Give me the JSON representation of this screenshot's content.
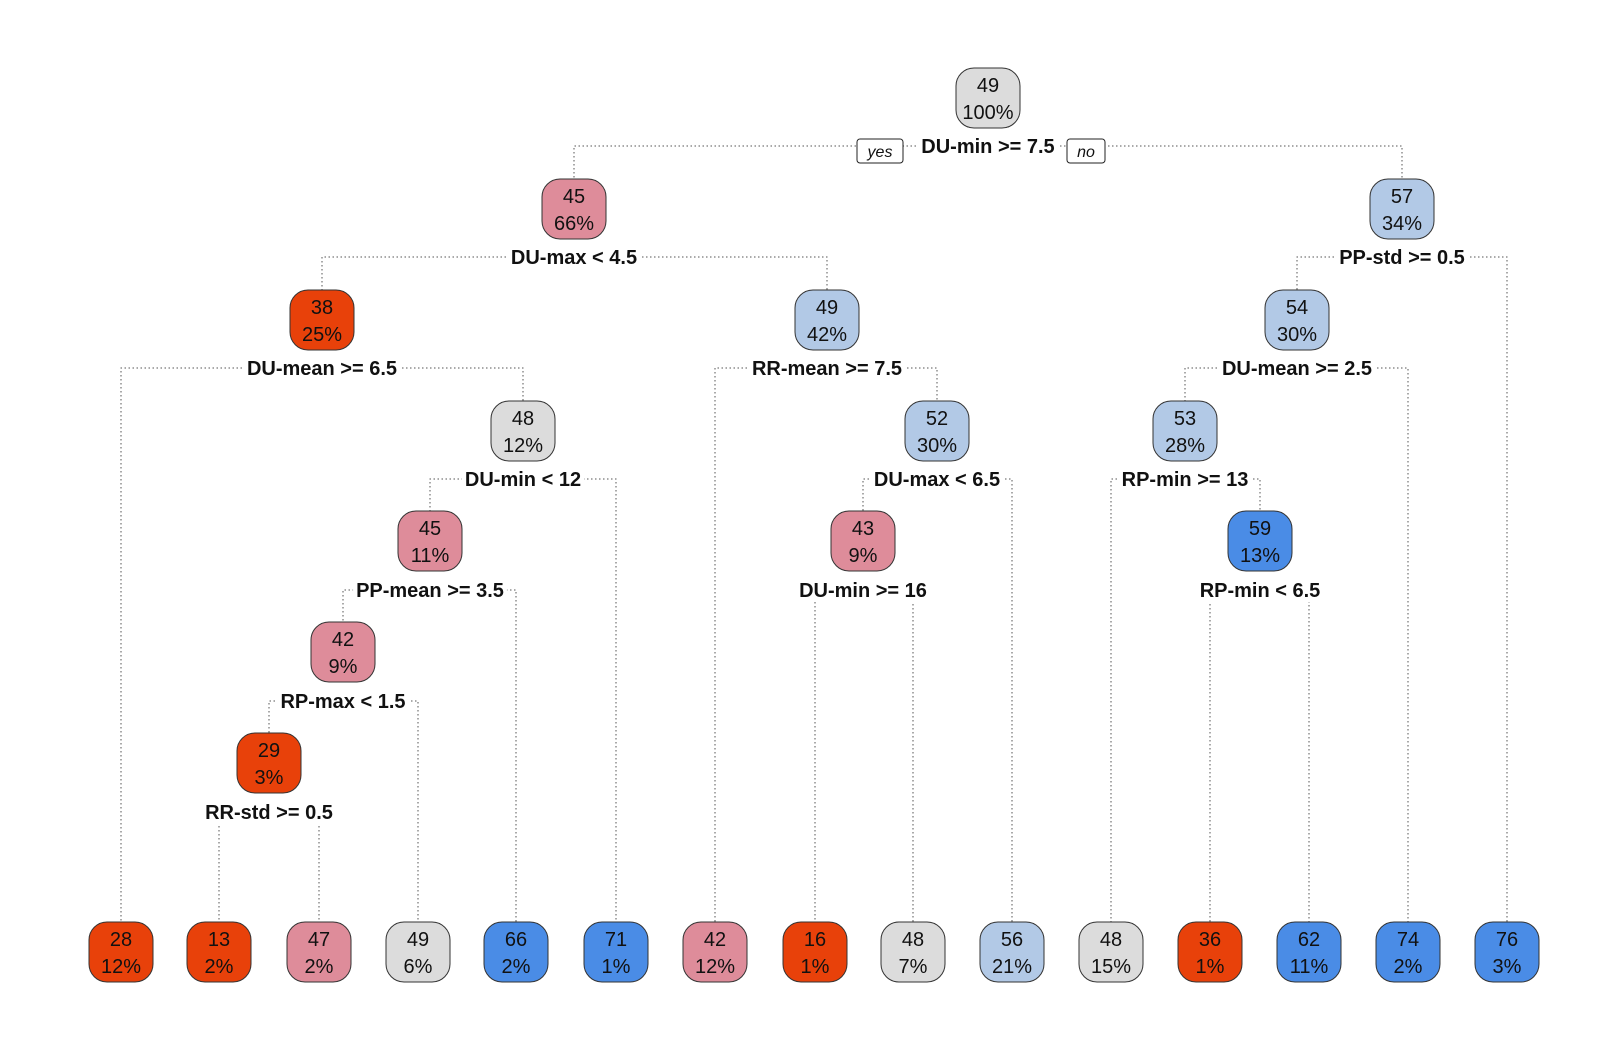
{
  "branch_labels": {
    "yes": "yes",
    "no": "no"
  },
  "colors": {
    "red": "#E8410A",
    "pink": "#DE8C9A",
    "gray": "#DCDCDC",
    "lightblue": "#B2C9E6",
    "blue": "#4A8CE6"
  },
  "nodes": [
    {
      "id": "n0",
      "value": "49",
      "pct": "100%",
      "color": "gray",
      "split": "DU-min >= 7.5"
    },
    {
      "id": "n1",
      "value": "45",
      "pct": "66%",
      "color": "pink",
      "split": "DU-max < 4.5"
    },
    {
      "id": "n2",
      "value": "57",
      "pct": "34%",
      "color": "lightblue",
      "split": "PP-std >= 0.5"
    },
    {
      "id": "n3",
      "value": "38",
      "pct": "25%",
      "color": "red",
      "split": "DU-mean >= 6.5"
    },
    {
      "id": "n4",
      "value": "49",
      "pct": "42%",
      "color": "lightblue",
      "split": "RR-mean >= 7.5"
    },
    {
      "id": "n5",
      "value": "54",
      "pct": "30%",
      "color": "lightblue",
      "split": "DU-mean >= 2.5"
    },
    {
      "id": "n6",
      "value": "48",
      "pct": "12%",
      "color": "gray",
      "split": "DU-min < 12"
    },
    {
      "id": "n7",
      "value": "52",
      "pct": "30%",
      "color": "lightblue",
      "split": "DU-max < 6.5"
    },
    {
      "id": "n8",
      "value": "53",
      "pct": "28%",
      "color": "lightblue",
      "split": "RP-min >= 13"
    },
    {
      "id": "n9",
      "value": "45",
      "pct": "11%",
      "color": "pink",
      "split": "PP-mean >= 3.5"
    },
    {
      "id": "n10",
      "value": "43",
      "pct": "9%",
      "color": "pink",
      "split": "DU-min >= 16"
    },
    {
      "id": "n11",
      "value": "59",
      "pct": "13%",
      "color": "blue",
      "split": "RP-min < 6.5"
    },
    {
      "id": "n12",
      "value": "42",
      "pct": "9%",
      "color": "pink",
      "split": "RP-max < 1.5"
    },
    {
      "id": "n13",
      "value": "29",
      "pct": "3%",
      "color": "red",
      "split": "RR-std >= 0.5"
    },
    {
      "id": "L1",
      "value": "28",
      "pct": "12%",
      "color": "red",
      "split": ""
    },
    {
      "id": "L2",
      "value": "13",
      "pct": "2%",
      "color": "red",
      "split": ""
    },
    {
      "id": "L3",
      "value": "47",
      "pct": "2%",
      "color": "pink",
      "split": ""
    },
    {
      "id": "L4",
      "value": "49",
      "pct": "6%",
      "color": "gray",
      "split": ""
    },
    {
      "id": "L5",
      "value": "66",
      "pct": "2%",
      "color": "blue",
      "split": ""
    },
    {
      "id": "L6",
      "value": "71",
      "pct": "1%",
      "color": "blue",
      "split": ""
    },
    {
      "id": "L7",
      "value": "42",
      "pct": "12%",
      "color": "pink",
      "split": ""
    },
    {
      "id": "L8",
      "value": "16",
      "pct": "1%",
      "color": "red",
      "split": ""
    },
    {
      "id": "L9",
      "value": "48",
      "pct": "7%",
      "color": "gray",
      "split": ""
    },
    {
      "id": "L10",
      "value": "56",
      "pct": "21%",
      "color": "lightblue",
      "split": ""
    },
    {
      "id": "L11",
      "value": "48",
      "pct": "15%",
      "color": "gray",
      "split": ""
    },
    {
      "id": "L12",
      "value": "36",
      "pct": "1%",
      "color": "red",
      "split": ""
    },
    {
      "id": "L13",
      "value": "62",
      "pct": "11%",
      "color": "blue",
      "split": ""
    },
    {
      "id": "L14",
      "value": "74",
      "pct": "2%",
      "color": "blue",
      "split": ""
    },
    {
      "id": "L15",
      "value": "76",
      "pct": "3%",
      "color": "blue",
      "split": ""
    }
  ],
  "edges": [
    [
      "n0",
      "n1"
    ],
    [
      "n0",
      "n2"
    ],
    [
      "n1",
      "n3"
    ],
    [
      "n1",
      "n4"
    ],
    [
      "n2",
      "n5"
    ],
    [
      "n2",
      "L15"
    ],
    [
      "n3",
      "L1"
    ],
    [
      "n3",
      "n6"
    ],
    [
      "n4",
      "L7"
    ],
    [
      "n4",
      "n7"
    ],
    [
      "n5",
      "n8"
    ],
    [
      "n5",
      "L14"
    ],
    [
      "n6",
      "n9"
    ],
    [
      "n6",
      "L6"
    ],
    [
      "n7",
      "n10"
    ],
    [
      "n7",
      "L10"
    ],
    [
      "n8",
      "L11"
    ],
    [
      "n8",
      "n11"
    ],
    [
      "n9",
      "n12"
    ],
    [
      "n9",
      "L5"
    ],
    [
      "n10",
      "L8"
    ],
    [
      "n10",
      "L9"
    ],
    [
      "n11",
      "L12"
    ],
    [
      "n11",
      "L13"
    ],
    [
      "n12",
      "n13"
    ],
    [
      "n12",
      "L4"
    ],
    [
      "n13",
      "L2"
    ],
    [
      "n13",
      "L3"
    ]
  ]
}
